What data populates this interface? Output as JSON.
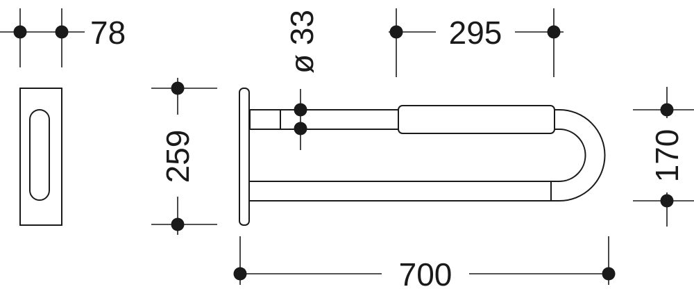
{
  "dimensions": {
    "plate_width": "78",
    "tube_diameter": "ø 33",
    "grip_length": "295",
    "plate_height": "259",
    "arm_height": "170",
    "overall_length": "700"
  },
  "colors": {
    "line": "#1a1a1a",
    "background": "#ffffff"
  }
}
